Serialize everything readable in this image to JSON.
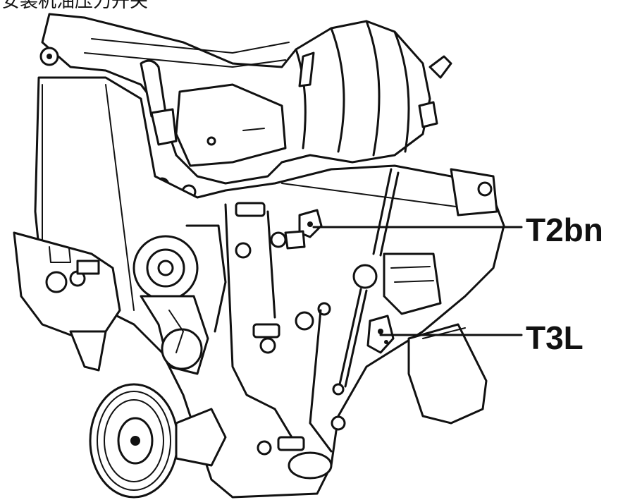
{
  "header": {
    "caption": "安装机油压力开关"
  },
  "callouts": [
    {
      "id": "t2bn",
      "label": "T2bn"
    },
    {
      "id": "t3l",
      "label": "T3L"
    }
  ],
  "colors": {
    "line": "#111111",
    "background": "#ffffff"
  }
}
